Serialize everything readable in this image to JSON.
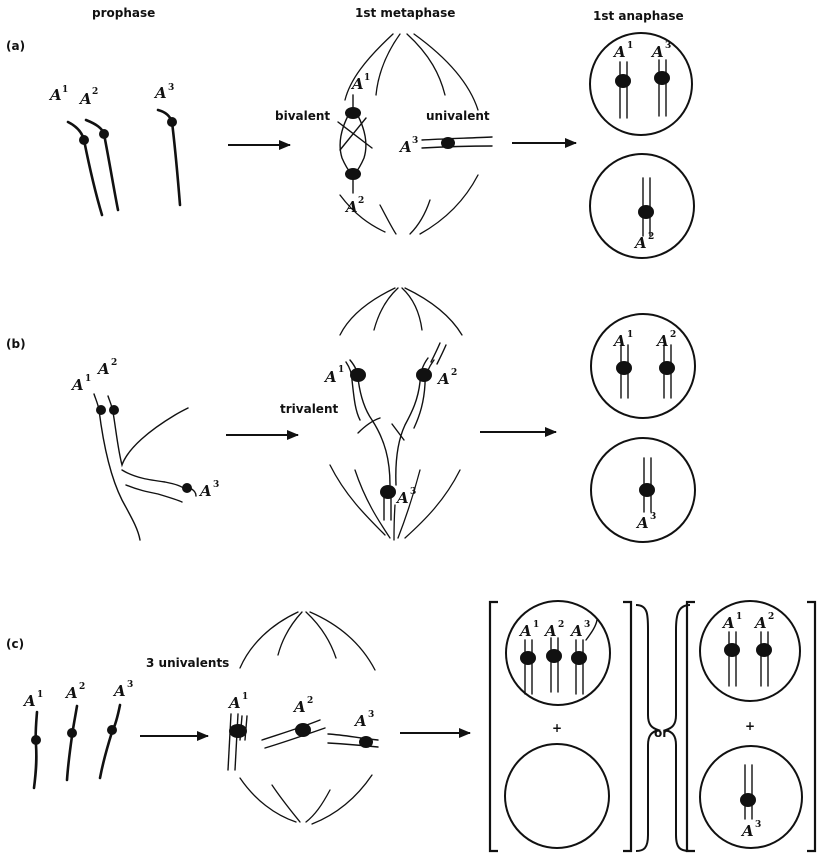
{
  "headers": {
    "prophase": "prophase",
    "metaphase": "1st metaphase",
    "anaphase": "1st anaphase"
  },
  "panels": {
    "a": {
      "label": "(a)",
      "bivalent": "bivalent",
      "univalent": "univalent"
    },
    "b": {
      "label": "(b)",
      "trivalent": "trivalent"
    },
    "c": {
      "label": "(c)",
      "univalents": "3 univalents",
      "or": "or",
      "plus": "+"
    }
  },
  "chromosomes": {
    "letter": "A",
    "one": "1",
    "two": "2",
    "three": "3"
  }
}
